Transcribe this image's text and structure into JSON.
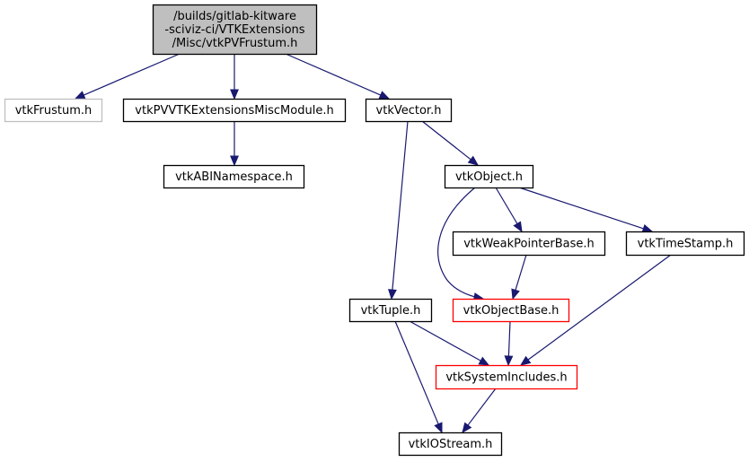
{
  "diagram": {
    "type": "include-dependency-graph",
    "colors": {
      "edge": "#191970",
      "root_fill": "#bfbfbf",
      "root_border": "#000000",
      "normal_border": "#000000",
      "external_border": "#bfbfbf",
      "truncated_border": "#ff0000"
    },
    "nodes": [
      {
        "id": "root",
        "lines": [
          "/builds/gitlab-kitware",
          "-sciviz-ci/VTKExtensions",
          "/Misc/vtkPVFrustum.h"
        ],
        "style": "root"
      },
      {
        "id": "vtkFrustum",
        "lines": [
          "vtkFrustum.h"
        ],
        "style": "external"
      },
      {
        "id": "vtkPVVTKExtensionsMiscModule",
        "lines": [
          "vtkPVVTKExtensionsMiscModule.h"
        ],
        "style": "normal"
      },
      {
        "id": "vtkVector",
        "lines": [
          "vtkVector.h"
        ],
        "style": "normal"
      },
      {
        "id": "vtkABINamespace",
        "lines": [
          "vtkABINamespace.h"
        ],
        "style": "normal"
      },
      {
        "id": "vtkObject",
        "lines": [
          "vtkObject.h"
        ],
        "style": "normal"
      },
      {
        "id": "vtkWeakPointerBase",
        "lines": [
          "vtkWeakPointerBase.h"
        ],
        "style": "normal"
      },
      {
        "id": "vtkTimeStamp",
        "lines": [
          "vtkTimeStamp.h"
        ],
        "style": "normal"
      },
      {
        "id": "vtkTuple",
        "lines": [
          "vtkTuple.h"
        ],
        "style": "normal"
      },
      {
        "id": "vtkObjectBase",
        "lines": [
          "vtkObjectBase.h"
        ],
        "style": "truncated"
      },
      {
        "id": "vtkSystemIncludes",
        "lines": [
          "vtkSystemIncludes.h"
        ],
        "style": "truncated"
      },
      {
        "id": "vtkIOStream",
        "lines": [
          "vtkIOStream.h"
        ],
        "style": "normal"
      }
    ],
    "edges": [
      {
        "from": "root",
        "to": "vtkFrustum"
      },
      {
        "from": "root",
        "to": "vtkPVVTKExtensionsMiscModule"
      },
      {
        "from": "root",
        "to": "vtkVector"
      },
      {
        "from": "vtkPVVTKExtensionsMiscModule",
        "to": "vtkABINamespace"
      },
      {
        "from": "vtkVector",
        "to": "vtkObject"
      },
      {
        "from": "vtkVector",
        "to": "vtkTuple"
      },
      {
        "from": "vtkObject",
        "to": "vtkObjectBase"
      },
      {
        "from": "vtkObject",
        "to": "vtkWeakPointerBase"
      },
      {
        "from": "vtkObject",
        "to": "vtkTimeStamp"
      },
      {
        "from": "vtkWeakPointerBase",
        "to": "vtkObjectBase"
      },
      {
        "from": "vtkTimeStamp",
        "to": "vtkSystemIncludes"
      },
      {
        "from": "vtkTuple",
        "to": "vtkSystemIncludes"
      },
      {
        "from": "vtkTuple",
        "to": "vtkIOStream"
      },
      {
        "from": "vtkObjectBase",
        "to": "vtkSystemIncludes"
      },
      {
        "from": "vtkSystemIncludes",
        "to": "vtkIOStream"
      }
    ]
  }
}
